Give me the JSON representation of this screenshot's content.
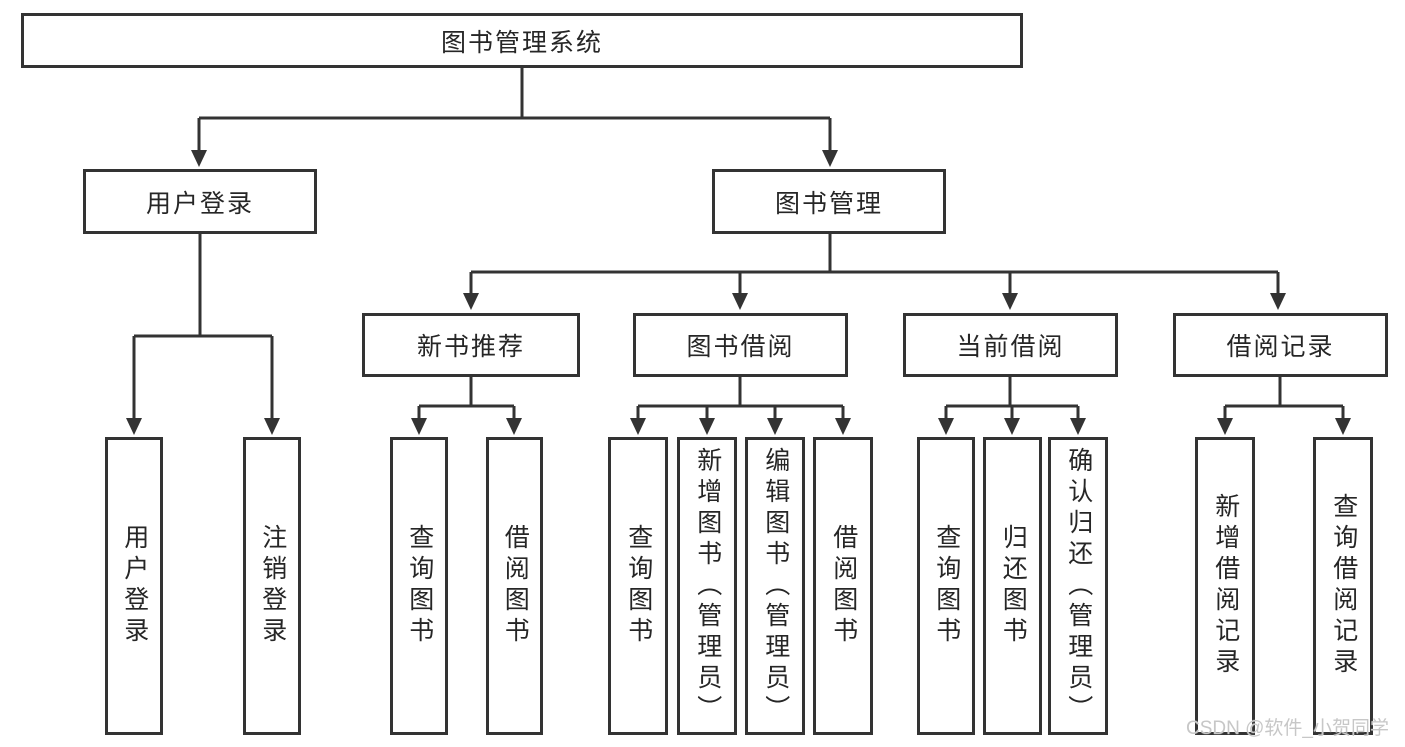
{
  "diagram": {
    "root": "图书管理系统",
    "user_login": {
      "label": "用户登录",
      "leaves": [
        "用户登录",
        "注销登录"
      ]
    },
    "book_management": {
      "label": "图书管理",
      "sections": [
        {
          "label": "新书推荐",
          "leaves": [
            "查询图书",
            "借阅图书"
          ]
        },
        {
          "label": "图书借阅",
          "leaves": [
            "查询图书",
            "新增图书（管理员）",
            "编辑图书（管理员）",
            "借阅图书"
          ]
        },
        {
          "label": "当前借阅",
          "leaves": [
            "查询图书",
            "归还图书",
            "确认归还（管理员）"
          ]
        },
        {
          "label": "借阅记录",
          "leaves": [
            "新增借阅记录",
            "查询借阅记录"
          ]
        }
      ]
    }
  },
  "watermark": "CSDN @软件_小贺同学",
  "colors": {
    "line": "#333333",
    "text": "#262626",
    "watermark": "#c7c7c7"
  }
}
